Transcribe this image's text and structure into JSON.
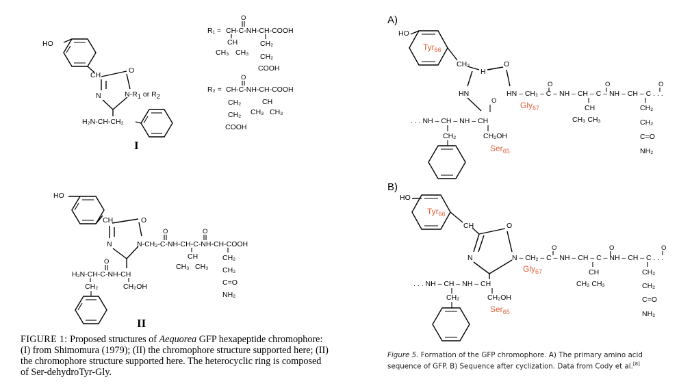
{
  "left_figure": {
    "structure_I": {
      "label": "I",
      "atoms": {
        "ho": "HO",
        "ch": "CH",
        "o": "O",
        "n": "N",
        "n_r": "N-R",
        "r1_sub": "1",
        "or_r": " or R",
        "r2_sub": "2",
        "side_chain": "H₂N-CH-CH₂"
      },
      "r1": {
        "label": "R₁ =",
        "chain": "CH-C-NH-CH-COOH",
        "o": "O",
        "ch": "CH",
        "ch3a": "CH₃",
        "ch3b": "CH₃",
        "ch2a": "CH₂",
        "ch2b": "CH₂",
        "cooh": "COOH"
      },
      "r2": {
        "label": "R₂ =",
        "chain": "CH-C-NH-CH-COOH",
        "o": "O",
        "ch2a": "CH₂",
        "ch2b": "CH₂",
        "cooh": "COOH",
        "ch": "CH",
        "ch3a": "CH₃",
        "ch3b": "CH₃"
      }
    },
    "structure_II": {
      "label": "II",
      "atoms": {
        "ho": "HO",
        "ch": "CH",
        "o": "O",
        "n_left": "N",
        "n_right": "N-CH₂-C-NH-CH-C-NH-CH-COOH",
        "o2": "O",
        "o3": "O",
        "ch_val": "CH",
        "ch3a": "CH₃",
        "ch3b": "CH₃",
        "ch2a": "CH₂",
        "ch2b": "CH₂",
        "c_o": "C=O",
        "nh2": "NH₂",
        "left_chain": "H₂N-CH-C-NH-CH",
        "o4": "O",
        "ch2_left": "CH₂",
        "ch2oh": "CH₂OH"
      }
    },
    "caption": {
      "label": "FIGURE 1:",
      "text_before": "Proposed structures of ",
      "italic": "Aequorea",
      "text_after": " GFP hexapeptide chromophore: (I) from Shimomura (1979); (II) the chromophore structure supported here; (II) the chromophore structure supported here.  The heterocyclic ring is composed of Ser-dehydroTyr-Gly."
    }
  },
  "right_figure": {
    "panel_a": {
      "label": "A)",
      "tyr": "Tyr",
      "tyr_sub": "66",
      "gly": "Gly",
      "gly_sub": "67",
      "ser": "Ser",
      "ser_sub": "65",
      "ho": "HO",
      "ch2": "CH₂",
      "h": "H",
      "o": "O",
      "hn": "HN",
      "o2": "O",
      "main_chain": "HN – CH₂ – C – NH – CH – C – NH – CH – C . . .",
      "o3": "O",
      "o4": "O",
      "o5": "O",
      "ch_val": "CH",
      "ch3_pair": "CH₃ CH₃",
      "ch2a": "CH₂",
      "ch2b": "CH₂",
      "c_o": "C=O",
      "nh2": "NH₂",
      "lower_chain": ". . . NH – CH – NH – CH",
      "ch2_phe": "CH₂",
      "ch2oh": "CH₂OH"
    },
    "panel_b": {
      "label": "B)",
      "tyr": "Tyr",
      "tyr_sub": "66",
      "gly": "Gly",
      "gly_sub": "67",
      "ser": "Ser",
      "ser_sub": "65",
      "ho": "HO",
      "ch": "CH",
      "o": "O",
      "n_left": "N",
      "main_chain": "N – CH₂ – C – NH – CH – C – NH – CH – C . . .",
      "o3": "O",
      "o4": "O",
      "o5": "O",
      "ch_val": "CH",
      "ch3_pair": "CH₃ CH₃",
      "ch2a": "CH₂",
      "ch2b": "CH₂",
      "c_o": "C=O",
      "nh2": "NH₂",
      "lower_chain": ". . . NH – CH – NH – CH",
      "ch2_phe": "CH₂",
      "ch2oh": "CH₂OH"
    },
    "caption": {
      "label": "Figure 5.",
      "text": " Formation of the GFP chromophore. A) The primary amino acid sequence of GFP. B) Sequence after cyclization. Data from Cody et al.",
      "ref": "[8]"
    }
  }
}
